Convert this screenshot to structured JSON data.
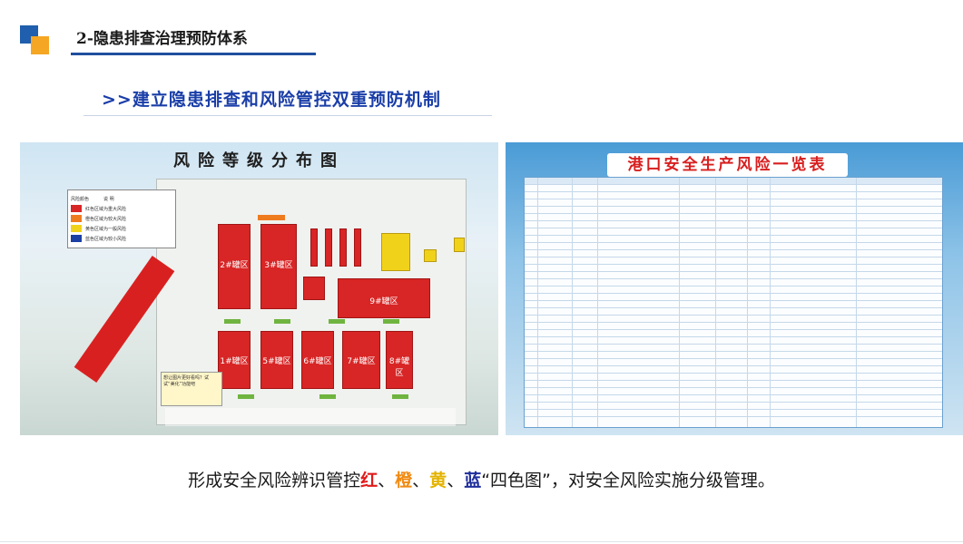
{
  "header": {
    "title": "2-隐患排查治理预防体系",
    "subtitle": ">>建立隐患排查和风险管控双重预防机制"
  },
  "left_image": {
    "title": "风险等级分布图",
    "legend_header_color": "风险颜色",
    "legend_header_desc": "说 明",
    "legend": [
      {
        "color": "#d82525",
        "label": "红色区域为重大风险"
      },
      {
        "color": "#ef7b1f",
        "label": "橙色区域为较大风险"
      },
      {
        "color": "#f1d21a",
        "label": "黄色区域为一般风险"
      },
      {
        "color": "#1c3fa3",
        "label": "蓝色区域为较小风险"
      }
    ],
    "tanks": [
      "2#罐区",
      "3#罐区",
      "9#罐区",
      "1#罐区",
      "5#罐区",
      "6#罐区",
      "7#罐区",
      "8#罐区"
    ],
    "note": "想让图片更好看吗？试试“美化”功能吧"
  },
  "right_image": {
    "title": "港口安全生产风险一览表"
  },
  "caption": {
    "prefix": "形成安全风险辨识管控",
    "red": "红",
    "sep1": "、",
    "orange": "橙",
    "sep2": "、",
    "yellow": "黄",
    "sep3": "、",
    "blue": "蓝",
    "suffix": "“四色图”，对安全风险实施分级管理。"
  },
  "colors": {
    "accent_blue": "#1f5fad",
    "accent_orange": "#f5a623",
    "subtitle": "#1a3ea8",
    "red": "#e01b1b",
    "orange": "#f08a12",
    "yellow": "#e3b300",
    "blue": "#1e2e9c"
  }
}
